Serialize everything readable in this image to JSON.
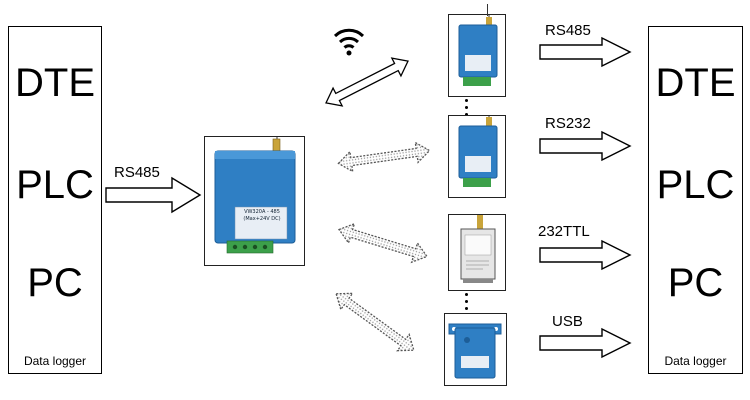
{
  "left_panel": {
    "items": [
      "DTE",
      "PLC",
      "PC"
    ],
    "footer": "Data logger"
  },
  "right_panel": {
    "items": [
      "DTE",
      "PLC",
      "PC"
    ],
    "footer": "Data logger"
  },
  "input_link": {
    "label": "RS485"
  },
  "center_device": {
    "model_text": "VW320A - 485",
    "spec_text": "(Max+24V DC)"
  },
  "outputs": [
    {
      "label": "RS485"
    },
    {
      "label": "RS232"
    },
    {
      "label": "232TTL"
    },
    {
      "label": "USB"
    }
  ],
  "colors": {
    "device_blue": "#2f7fc4",
    "device_dark": "#1d5e98",
    "terminal_green": "#3ca04a"
  }
}
